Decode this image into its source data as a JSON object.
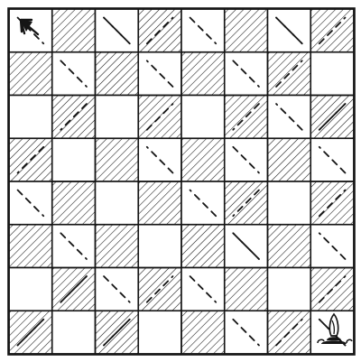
{
  "board": {
    "rows": 8,
    "cols": 8,
    "shading": "checkerboard",
    "first_cell_shaded": false,
    "colors": {
      "ink": "#151515",
      "paper": "#ffffff"
    }
  },
  "path": {
    "style": "dashed",
    "nodes": [
      [
        0,
        0
      ],
      [
        1,
        1
      ],
      [
        2,
        2
      ],
      [
        3,
        1
      ],
      [
        4,
        0
      ],
      [
        5,
        1
      ],
      [
        6,
        2
      ],
      [
        7,
        1
      ],
      [
        8,
        0
      ],
      [
        7,
        1
      ],
      [
        6,
        2
      ],
      [
        7,
        3
      ],
      [
        8,
        2
      ],
      [
        7,
        3
      ],
      [
        6,
        4
      ],
      [
        7,
        5
      ],
      [
        8,
        6
      ],
      [
        7,
        7
      ],
      [
        8,
        8
      ],
      [
        7,
        7
      ],
      [
        6,
        8
      ],
      [
        5,
        7
      ],
      [
        4,
        8
      ],
      [
        3,
        7
      ],
      [
        2,
        8
      ],
      [
        3,
        7
      ],
      [
        2,
        6
      ],
      [
        3,
        5
      ],
      [
        4,
        6
      ],
      [
        5,
        5
      ],
      [
        6,
        6
      ],
      [
        5,
        5
      ],
      [
        4,
        4
      ],
      [
        3,
        3
      ],
      [
        2,
        4
      ],
      [
        1,
        3
      ],
      [
        0,
        2
      ],
      [
        1,
        3
      ],
      [
        0,
        4
      ],
      [
        1,
        5
      ],
      [
        2,
        6
      ],
      [
        1,
        7
      ],
      [
        0,
        6
      ],
      [
        1,
        7
      ],
      [
        0,
        8
      ]
    ]
  },
  "pieces": [
    {
      "name": "start-arrow-icon",
      "row": 0,
      "col": 0
    },
    {
      "name": "bishop-icon",
      "row": 7,
      "col": 7
    }
  ]
}
